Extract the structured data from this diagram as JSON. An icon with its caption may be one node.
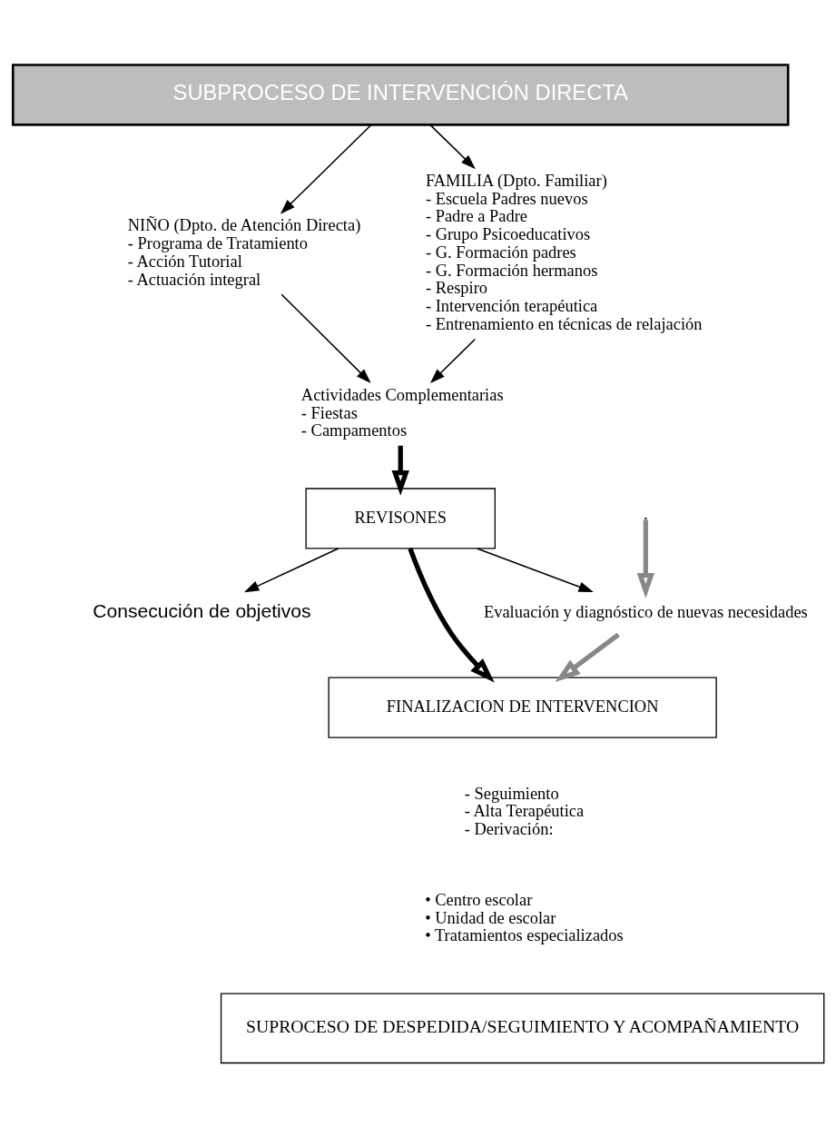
{
  "diagram": {
    "nodes": [
      {
        "text": [
          "SUBPROCESO DE INTERVENCIÓN DIRECTA"
        ]
      },
      {
        "text": [
          "NIÑO (Dpto. de Atención Directa)",
          "- Programa de Tratamiento",
          "- Acción Tutorial",
          "- Actuación integral"
        ]
      },
      {
        "text": [
          "FAMILIA (Dpto. Familiar)",
          "- Escuela Padres nuevos",
          "- Padre a Padre",
          "- Grupo Psicoeducativos",
          "- G. Formación padres",
          "- G. Formación hermanos",
          "- Respiro",
          "- Intervención terapéutica",
          "- Entrenamiento en técnicas de relajación"
        ]
      },
      {
        "text": [
          "Actividades Complementarias",
          "- Fiestas",
          "- Campamentos"
        ]
      },
      {
        "text": [
          "REVISONES"
        ]
      },
      {
        "text": [
          "Consecución de objetivos"
        ]
      },
      {
        "text": [
          "Evaluación y diagnóstico de nuevas necesidades"
        ]
      },
      {
        "text": [
          "FINALIZACION DE INTERVENCION"
        ],
        "beside": [
          "- Seguimiento",
          "- Alta Terapéutica",
          "- Derivación:"
        ]
      },
      {
        "text": [
          "SUPROCESO DE DESPEDIDA/SEGUIMIENTO Y ACOMPAÑAMIENTO"
        ]
      }
    ],
    "edges": [
      {
        "from": 0,
        "to": 1,
        "arrow": "to"
      },
      {
        "from": 0,
        "to": 2,
        "arrow": "to"
      },
      {
        "from": 1,
        "to": 3,
        "arrow": "to"
      },
      {
        "from": 2,
        "to": 3,
        "arrow": "to"
      },
      {
        "from": 3,
        "to": 4,
        "arrow": "to",
        "style": "thick"
      },
      {
        "from": 4,
        "to": 5,
        "arrow": "to"
      },
      {
        "from": 4,
        "to": 6,
        "arrow": "to"
      },
      {
        "from": 4,
        "to": 7,
        "arrow": "to",
        "style": "thick"
      },
      {
        "from": null,
        "to": 6,
        "arrow": "to",
        "style": "thick",
        "color": "#888888"
      },
      {
        "from": 6,
        "to": 7,
        "arrow": "to",
        "style": "thick",
        "color": "#888888"
      }
    ],
    "labels": [
      "• Centro escolar",
      "• Unidad de escolar",
      "• Tratamientos especializados"
    ]
  }
}
